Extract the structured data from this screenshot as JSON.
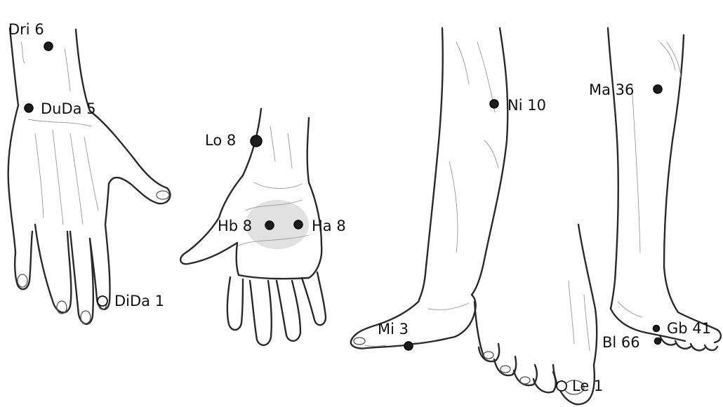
{
  "points": [
    {
      "id": "dri6",
      "label": "Dri 6",
      "marker": "filled"
    },
    {
      "id": "duda5",
      "label": "DuDa 5",
      "marker": "filled"
    },
    {
      "id": "dida1",
      "label": "DiDa 1",
      "marker": "open"
    },
    {
      "id": "lo8",
      "label": "Lo 8",
      "marker": "filled"
    },
    {
      "id": "hb8",
      "label": "Hb 8",
      "marker": "filled"
    },
    {
      "id": "ha8",
      "label": "Ha 8",
      "marker": "filled"
    },
    {
      "id": "ni10",
      "label": "Ni 10",
      "marker": "filled"
    },
    {
      "id": "ma36",
      "label": "Ma 36",
      "marker": "filled"
    },
    {
      "id": "mi3",
      "label": "Mi 3",
      "marker": "filled"
    },
    {
      "id": "gb41",
      "label": "Gb 41",
      "marker": "filled"
    },
    {
      "id": "bl66",
      "label": "Bl 66",
      "marker": "filled"
    },
    {
      "id": "le1",
      "label": "Le 1",
      "marker": "open"
    }
  ]
}
